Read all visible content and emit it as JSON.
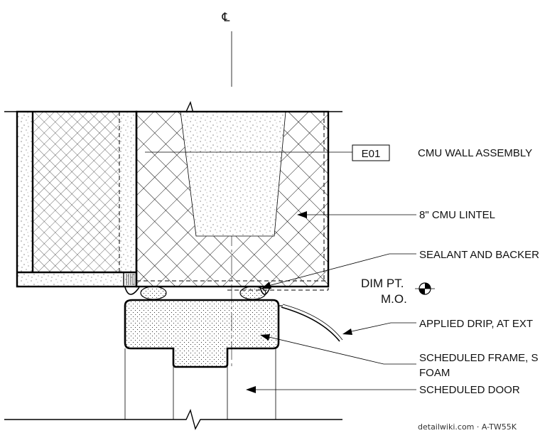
{
  "centerline_symbol": "℄",
  "tag": "E01",
  "labels": {
    "cmu_wall_assembly": "CMU WALL ASSEMBLY",
    "cmu_lintel": "8\" CMU LINTEL",
    "sealant": "SEALANT AND BACKER",
    "dim_pt": "DIM PT.",
    "mo": "M.O.",
    "applied_drip": "APPLIED DRIP, AT EXT",
    "scheduled_frame": "SCHEDULED FRAME, S",
    "foam": "FOAM",
    "scheduled_door": "SCHEDULED DOOR"
  },
  "watermark": "detailwiki.com · A-TW55K"
}
